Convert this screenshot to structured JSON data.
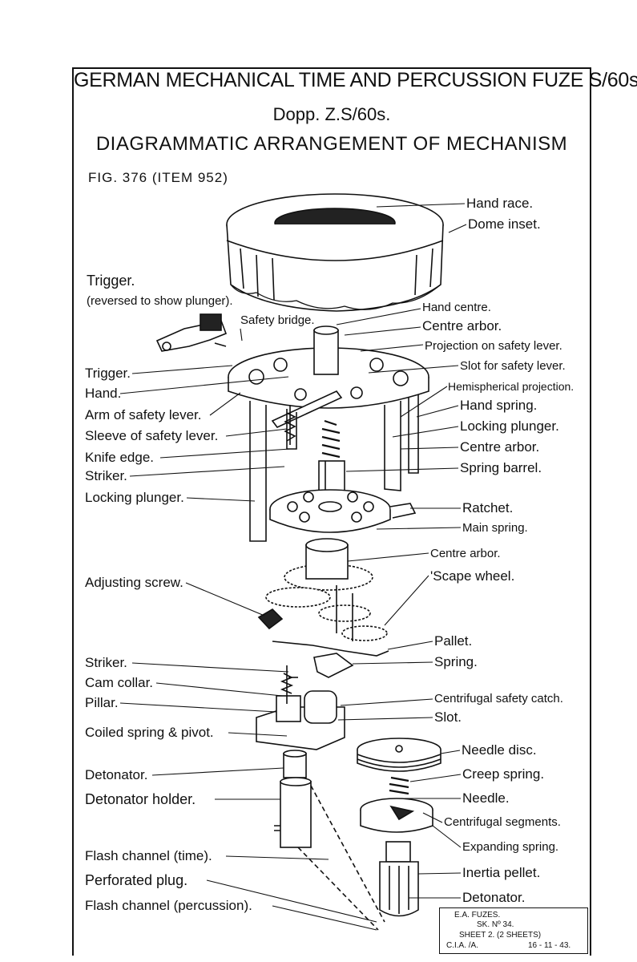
{
  "title": {
    "line1": "GERMAN MECHANICAL TIME AND PERCUSSION FUZE S/60s",
    "line2": "Dopp. Z.S/60s.",
    "line3": "DIAGRAMMATIC ARRANGEMENT OF MECHANISM",
    "figure": "FIG. 376 (ITEM 952)"
  },
  "labels_left": [
    "Trigger.",
    "(reversed to show plunger).",
    "Safety bridge.",
    "Trigger.",
    "Hand.",
    "Arm of safety lever.",
    "Sleeve of safety lever.",
    "Knife edge.",
    "Striker.",
    "Locking plunger.",
    "Adjusting screw.",
    "Striker.",
    "Cam collar.",
    "Pillar.",
    "Coiled spring & pivot.",
    "Detonator.",
    "Detonator holder.",
    "Flash channel (time).",
    "Perforated plug.",
    "Flash channel (percussion)."
  ],
  "labels_right": [
    "Hand race.",
    "Dome inset.",
    "Hand centre.",
    "Centre arbor.",
    "Projection on safety lever.",
    "Slot for safety lever.",
    "Hemispherical projection.",
    "Hand spring.",
    "Locking plunger.",
    "Centre arbor.",
    "Spring barrel.",
    "Ratchet.",
    "Main spring.",
    "Centre arbor.",
    "'Scape wheel.",
    "Pallet.",
    "Spring.",
    "Centrifugal safety catch.",
    "Slot.",
    "Needle disc.",
    "Creep spring.",
    "Needle.",
    "Centrifugal segments.",
    "Expanding spring.",
    "Inertia pellet.",
    "Detonator."
  ],
  "stamp": {
    "line1": "E.A. FUZES.",
    "line2": "SK. Nº 34.",
    "line3": "SHEET 2. (2 SHEETS)",
    "line4a": "C.I.A. /A.",
    "line4b": "16 - 11 - 43."
  }
}
